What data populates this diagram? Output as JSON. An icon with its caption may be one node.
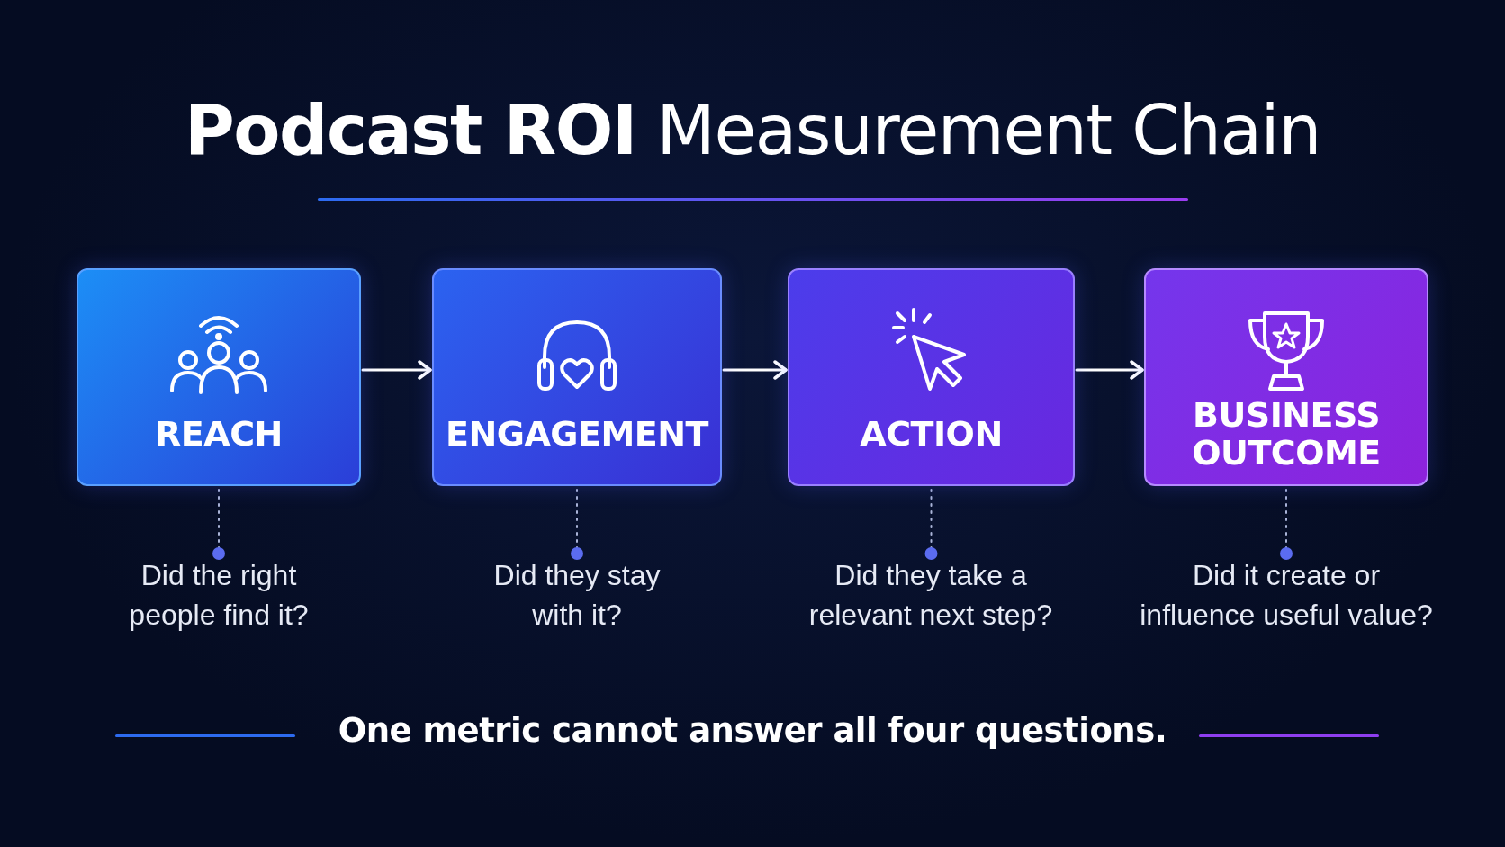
{
  "diagram": {
    "title": "**Podcast ROI** Measurement Chain",
    "nodes": [
      {
        "text": [
          "REACH"
        ]
      },
      {
        "text": [
          "ENGAGEMENT"
        ]
      },
      {
        "text": [
          "ACTION"
        ]
      },
      {
        "text": [
          "BUSINESS OUTCOME"
        ]
      },
      {
        "text": [
          "Did the right people find it?"
        ]
      },
      {
        "text": [
          "Did they stay with it?"
        ]
      },
      {
        "text": [
          "Did they take a relevant next step?"
        ]
      },
      {
        "text": [
          "Did it create or influence useful value?"
        ]
      }
    ],
    "edges": [
      {
        "from": 0,
        "to": 1,
        "arrow": "to"
      },
      {
        "from": 1,
        "to": 2,
        "arrow": "to"
      },
      {
        "from": 2,
        "to": 3,
        "arrow": "to"
      },
      {
        "from": 0,
        "to": 4,
        "arrow": "other",
        "style": "dashed"
      },
      {
        "from": 1,
        "to": 5,
        "arrow": "other",
        "style": "dashed"
      },
      {
        "from": 2,
        "to": 6,
        "arrow": "other",
        "style": "dashed"
      },
      {
        "from": 3,
        "to": 7,
        "arrow": "other",
        "style": "dashed"
      }
    ],
    "labels": [
      "One metric cannot answer all four questions."
    ]
  }
}
